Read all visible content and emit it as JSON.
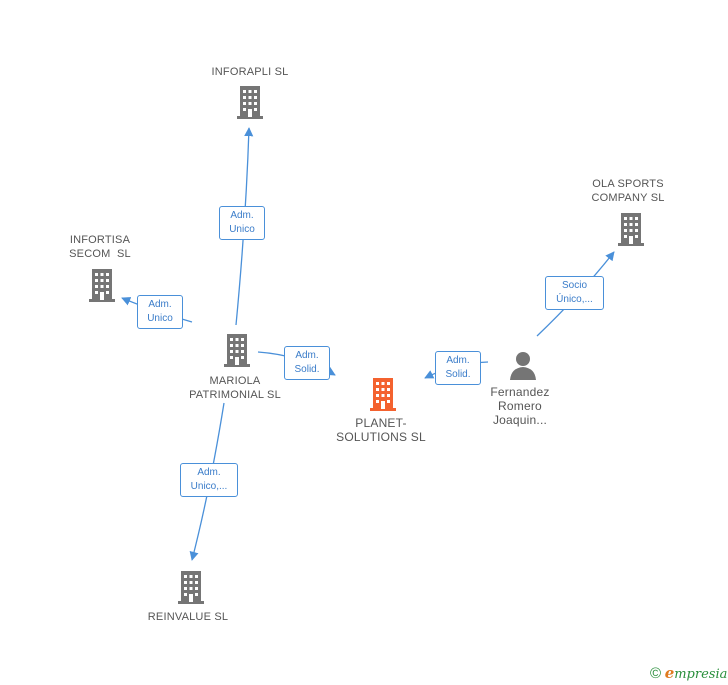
{
  "colors": {
    "company": "#757575",
    "highlight": "#f4622f",
    "person": "#757575",
    "edge": "#4a90d9",
    "label_text": "#555555"
  },
  "nodes": {
    "inforapli": {
      "lines": [
        "INFORAPLI SL"
      ],
      "icon": "building-icon"
    },
    "infortisa": {
      "lines": [
        "INFORTISA",
        "SECOM  SL"
      ],
      "icon": "building-icon"
    },
    "mariola": {
      "lines": [
        "MARIOLA",
        "PATRIMONIAL SL"
      ],
      "icon": "building-icon"
    },
    "planet": {
      "lines": [
        "PLANET-",
        "SOLUTIONS SL"
      ],
      "icon": "building-icon"
    },
    "reinvalue": {
      "lines": [
        "REINVALUE SL"
      ],
      "icon": "building-icon"
    },
    "olasports": {
      "lines": [
        "OLA SPORTS",
        "COMPANY SL"
      ],
      "icon": "building-icon"
    },
    "fernandez": {
      "lines": [
        "Fernandez",
        "Romero",
        "Joaquin..."
      ],
      "icon": "person-icon"
    }
  },
  "edges": {
    "mariola_inforapli": [
      "Adm.",
      "Unico"
    ],
    "mariola_infortisa": [
      "Adm.",
      "Unico"
    ],
    "mariola_planet": [
      "Adm.",
      "Solid."
    ],
    "fernandez_planet": [
      "Adm.",
      "Solid."
    ],
    "mariola_reinvalue": [
      "Adm.",
      "Unico,..."
    ],
    "fernandez_olasports": [
      "Socio",
      "Único,..."
    ]
  },
  "brand": {
    "copyright": "©",
    "e": "e",
    "rest": "mpresia"
  }
}
